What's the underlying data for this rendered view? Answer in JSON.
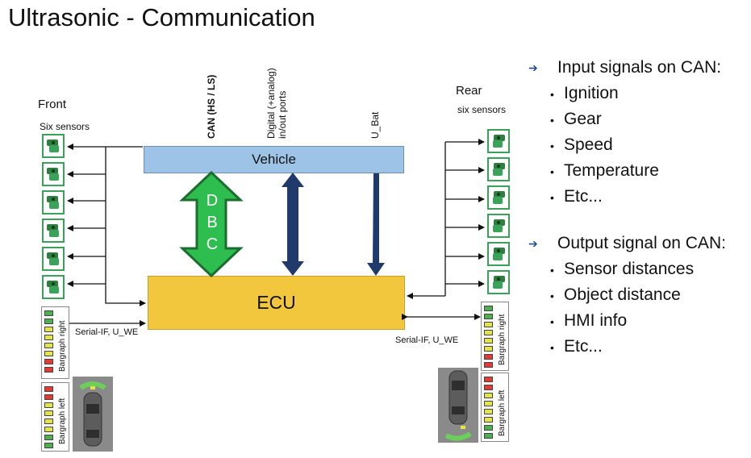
{
  "title": "Ultrasonic - Communication",
  "front": {
    "label": "Front",
    "sublabel": "Six sensors"
  },
  "rear": {
    "label": "Rear",
    "sublabel": "six sensors"
  },
  "bus_labels": {
    "can": "CAN (HS / LS)",
    "digital_line1": "Digital (+analog)",
    "digital_line2": "in/out ports",
    "ubat": "U_Bat"
  },
  "vehicle": "Vehicle",
  "ecu": "ECU",
  "dbc": [
    "D",
    "B",
    "C"
  ],
  "serial_left": "Serial-IF, U_WE",
  "serial_right": "Serial-IF, U_WE",
  "bargraphs": {
    "left_right": {
      "label": "Bargraph right",
      "colors": [
        "#4caf50",
        "#4caf50",
        "#e3e34a",
        "#e3e34a",
        "#e3e34a",
        "#e3e34a",
        "#e53935",
        "#e53935"
      ]
    },
    "left_left": {
      "label": "Bargraph left",
      "colors": [
        "#e53935",
        "#e53935",
        "#e3e34a",
        "#e3e34a",
        "#e3e34a",
        "#e3e34a",
        "#4caf50",
        "#4caf50"
      ]
    },
    "right_right": {
      "label": "Bargraph right",
      "colors": [
        "#4caf50",
        "#4caf50",
        "#e3e34a",
        "#e3e34a",
        "#e3e34a",
        "#e3e34a",
        "#e53935",
        "#e53935"
      ]
    },
    "right_left": {
      "label": "Bargraph left",
      "colors": [
        "#e53935",
        "#e53935",
        "#e3e34a",
        "#e3e34a",
        "#e3e34a",
        "#e3e34a",
        "#4caf50",
        "#4caf50"
      ]
    }
  },
  "input_signals": {
    "title": "Input signals on CAN:",
    "items": [
      "Ignition",
      "Gear",
      "Speed",
      "Temperature",
      "Etc..."
    ]
  },
  "output_signals": {
    "title": "Output signal on CAN:",
    "items": [
      "Sensor distances",
      "Object distance",
      "HMI info",
      "Etc..."
    ]
  },
  "colors": {
    "vehicle": "#9dc3e6",
    "ecu": "#f2c73e",
    "dbc_arrow": "#2ebd4f",
    "bus_arrow": "#1f3a6b",
    "sensor_border": "#3aa05a"
  },
  "icons": [
    "ultrasonic-sensor-icon",
    "car-top-view-icon",
    "bullet-arrow-icon"
  ]
}
